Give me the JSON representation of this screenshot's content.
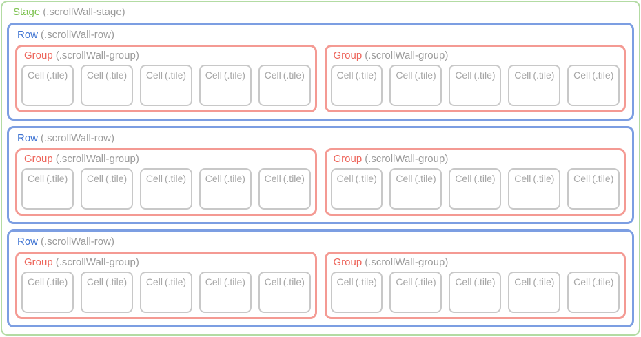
{
  "diagram": {
    "stage": {
      "name": "Stage",
      "class_label": "(.scrollWall-stage)"
    },
    "row": {
      "name": "Row",
      "class_label": "(.scrollWall-row)"
    },
    "group": {
      "name": "Group",
      "class_label": "(.scrollWall-group)"
    },
    "cell": {
      "name": "Cell",
      "class_label": "(.tile)"
    },
    "structure": {
      "row_count": 3,
      "groups_per_row": 2,
      "cells_per_group": 5
    }
  },
  "colors": {
    "stage_text": "#7dc24f",
    "stage_border": "#b3dba3",
    "row_text": "#3d72d2",
    "row_border": "#7c9ee2",
    "group_text": "#ed655b",
    "group_border": "#f49a93",
    "class_text": "#9b9b9b",
    "cell_text": "#a6a6a6",
    "cell_border": "#c8c8c8",
    "background": "#ffffff"
  }
}
